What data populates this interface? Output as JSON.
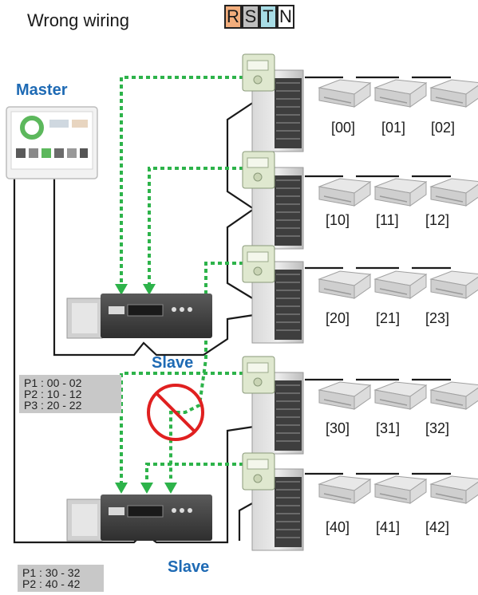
{
  "title": "Wrong wiring",
  "phases": [
    {
      "label": "R",
      "color": "#f2ad7c"
    },
    {
      "label": "S",
      "color": "#bfbfbf"
    },
    {
      "label": "T",
      "color": "#a8dde6"
    },
    {
      "label": "N",
      "color": "#ffffff"
    }
  ],
  "labels": {
    "master": "Master",
    "slave_top": "Slave",
    "slave_bottom": "Slave"
  },
  "port_groups": [
    [
      "P1 : 00 - 02",
      "P2 : 10 - 12",
      "P3 : 20 - 22"
    ],
    [
      "P1 : 30 - 32",
      "P2 : 40 - 42"
    ]
  ],
  "indoor_rows": [
    [
      "[00]",
      "[01]",
      "[02]"
    ],
    [
      "[10]",
      "[11]",
      "[12]"
    ],
    [
      "[20]",
      "[21]",
      "[23]"
    ],
    [
      "[30]",
      "[31]",
      "[32]"
    ],
    [
      "[40]",
      "[41]",
      "[42]"
    ]
  ],
  "colors": {
    "signal_line": "#2db34a",
    "prohibit": "#e02020",
    "label_blue": "#1e6ab4",
    "wire": "#1a1a1a"
  }
}
